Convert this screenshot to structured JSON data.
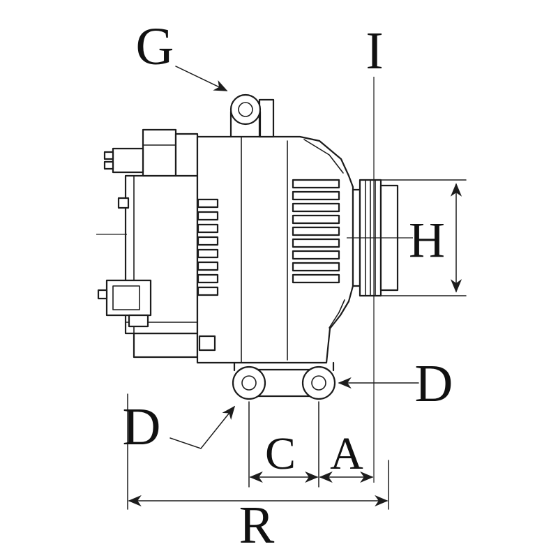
{
  "colors": {
    "background": "#ffffff",
    "line": "#1c1c1c",
    "text": "#111111"
  },
  "labels": {
    "g": "G",
    "i": "I",
    "h": "H",
    "d_right": "D",
    "d_left": "D",
    "c": "C",
    "a": "A",
    "r": "R"
  }
}
